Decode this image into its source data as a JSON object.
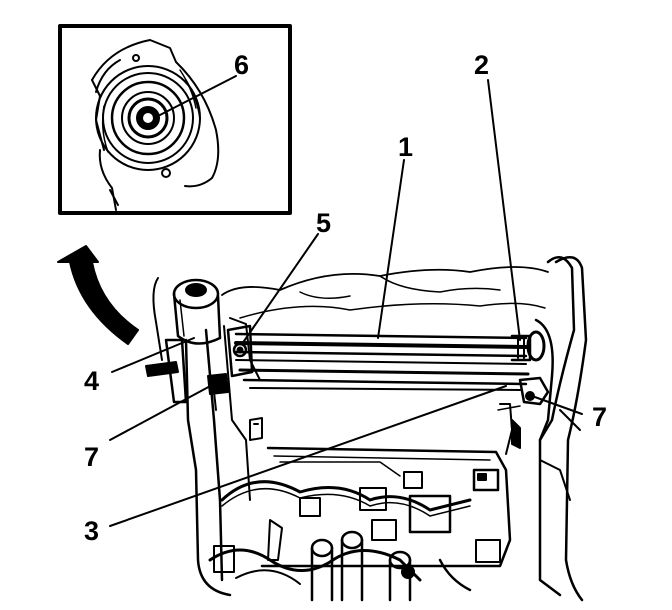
{
  "callouts": {
    "c1": "1",
    "c2": "2",
    "c3": "3",
    "c4": "4",
    "c5": "5",
    "c6": "6",
    "c7_left": "7",
    "c7_right": "7"
  },
  "colors": {
    "ink": "#000000",
    "paper": "#ffffff"
  },
  "icons": {
    "direction": "curved-arrow-up-left-icon"
  }
}
